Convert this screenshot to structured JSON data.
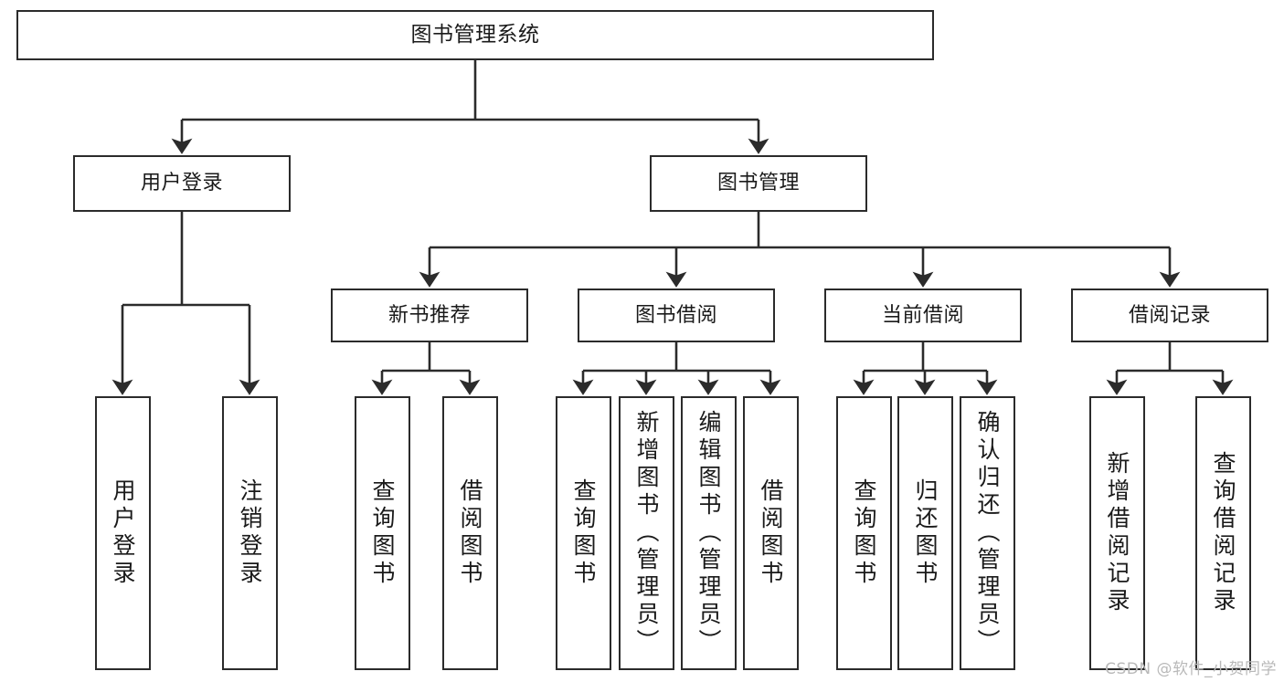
{
  "diagram": {
    "title": "图书管理系统",
    "watermark": "CSDN @软件_小贺同学",
    "stroke_color": "#2b2b2b",
    "text_color": "#1a1a1a",
    "background_color": "#ffffff",
    "nodes": {
      "root": {
        "label": "图书管理系统"
      },
      "level1": [
        {
          "id": "user-login",
          "label": "用户登录"
        },
        {
          "id": "book-management",
          "label": "图书管理"
        }
      ],
      "level2": [
        {
          "id": "new-book-recommend",
          "label": "新书推荐"
        },
        {
          "id": "book-borrow",
          "label": "图书借阅"
        },
        {
          "id": "current-borrow",
          "label": "当前借阅"
        },
        {
          "id": "borrow-record",
          "label": "借阅记录"
        }
      ],
      "leaves": {
        "user_login": [
          {
            "id": "leaf-user-login",
            "label": "用户登录"
          },
          {
            "id": "leaf-logout-login",
            "label": "注销登录"
          }
        ],
        "new_book_recommend": [
          {
            "id": "leaf-query-book-1",
            "label": "查询图书"
          },
          {
            "id": "leaf-borrow-book-1",
            "label": "借阅图书"
          }
        ],
        "book_borrow": [
          {
            "id": "leaf-query-book-2",
            "label": "查询图书"
          },
          {
            "id": "leaf-add-book",
            "label": "新增图书（管理员）"
          },
          {
            "id": "leaf-edit-book",
            "label": "编辑图书（管理员）"
          },
          {
            "id": "leaf-borrow-book-2",
            "label": "借阅图书"
          }
        ],
        "current_borrow": [
          {
            "id": "leaf-query-book-3",
            "label": "查询图书"
          },
          {
            "id": "leaf-return-book",
            "label": "归还图书"
          },
          {
            "id": "leaf-confirm-return",
            "label": "确认归还（管理员）"
          }
        ],
        "borrow_record": [
          {
            "id": "leaf-add-record",
            "label": "新增借阅记录"
          },
          {
            "id": "leaf-query-record",
            "label": "查询借阅记录"
          }
        ]
      }
    }
  }
}
